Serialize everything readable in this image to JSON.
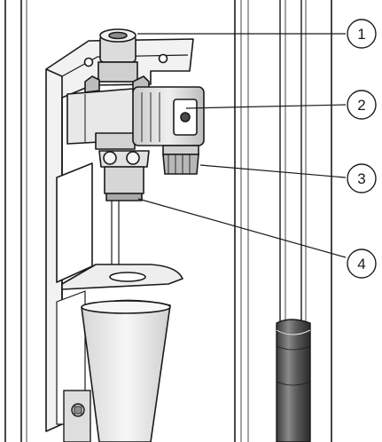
{
  "diagram": {
    "callouts": [
      {
        "id": "1",
        "label": "1"
      },
      {
        "id": "2",
        "label": "2"
      },
      {
        "id": "3",
        "label": "3"
      },
      {
        "id": "4",
        "label": "4"
      }
    ]
  },
  "colors": {
    "line": "#1a1a1a",
    "steel_light": "#efefef",
    "steel_mid": "#d8d8d8",
    "steel_dark": "#9a9a9a",
    "background": "#ffffff"
  }
}
